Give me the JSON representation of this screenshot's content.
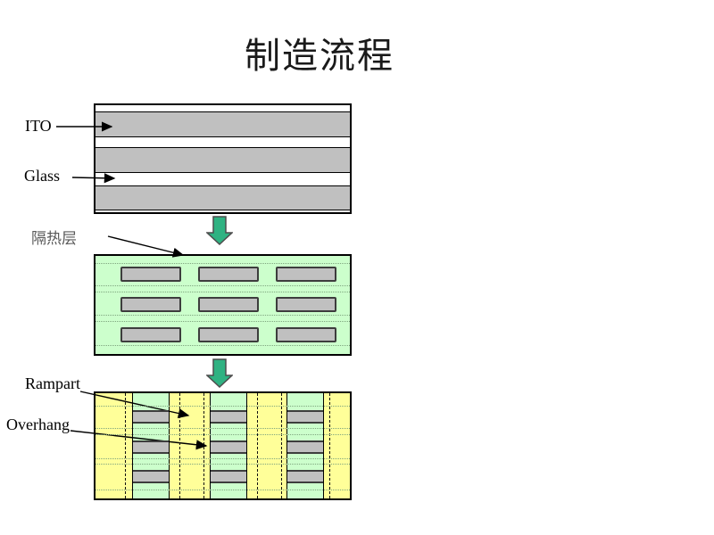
{
  "slide": {
    "title": "制造流程"
  },
  "labels": {
    "ito": "ITO",
    "glass": "Glass",
    "insulation_layer": "隔热层",
    "rampart": "Rampart",
    "overhang": "Overhang"
  },
  "icons": {
    "flow_arrow_1": "down-arrow",
    "flow_arrow_2": "down-arrow"
  },
  "colors": {
    "slide_bg": "#ffffff",
    "layer_gray": "#c0c0c0",
    "panel_green": "#ccffcc",
    "panel_yellow": "#ffff99",
    "flow_arrow_fill": "#2fb282",
    "flow_arrow_outline": "#4d4d4d",
    "dotted_guide": "#7fa57f",
    "insulation_label_color": "#595959"
  }
}
